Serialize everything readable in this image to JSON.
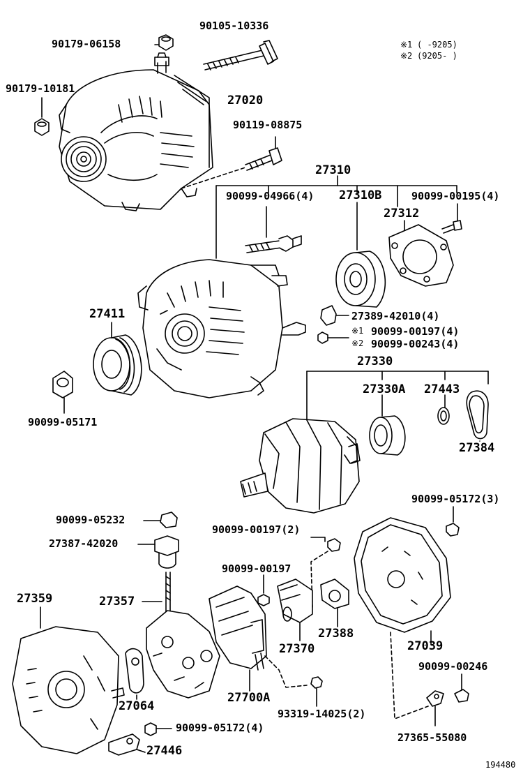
{
  "notes": {
    "note1_mark": "※1",
    "note1_range": "(      -9205)",
    "note2_mark": "※2",
    "note2_range": "(9205-      )"
  },
  "labels": {
    "p_90105_10336": "90105-10336",
    "p_90179_06158": "90179-06158",
    "p_90179_10181": "90179-10181",
    "p_27020": "27020",
    "p_90119_08875": "90119-08875",
    "p_27310": "27310",
    "p_90099_04966": "90099-04966(4)",
    "p_27310b": "27310B",
    "p_90099_00195": "90099-00195(4)",
    "p_27312": "27312",
    "p_27411": "27411",
    "p_27389_42010": "27389-42010(4)",
    "p_note1_mark": "※1",
    "p_90099_00197_4": "90099-00197(4)",
    "p_note2_mark": "※2",
    "p_90099_00243": "90099-00243(4)",
    "p_27330": "27330",
    "p_27330a": "27330A",
    "p_27443": "27443",
    "p_27384": "27384",
    "p_90099_05171": "90099-05171",
    "p_90099_05172_3": "90099-05172(3)",
    "p_90099_05232": "90099-05232",
    "p_90099_00197_2": "90099-00197(2)",
    "p_27387_42020": "27387-42020",
    "p_90099_00197": "90099-00197",
    "p_27359": "27359",
    "p_27357": "27357",
    "p_27370": "27370",
    "p_27388": "27388",
    "p_27039": "27039",
    "p_90099_00246": "90099-00246",
    "p_27064": "27064",
    "p_27700a": "27700A",
    "p_93319_14025": "93319-14025(2)",
    "p_90099_05172_4": "90099-05172(4)",
    "p_27365_55080": "27365-55080",
    "p_27446": "27446"
  },
  "figure_id": "194480"
}
